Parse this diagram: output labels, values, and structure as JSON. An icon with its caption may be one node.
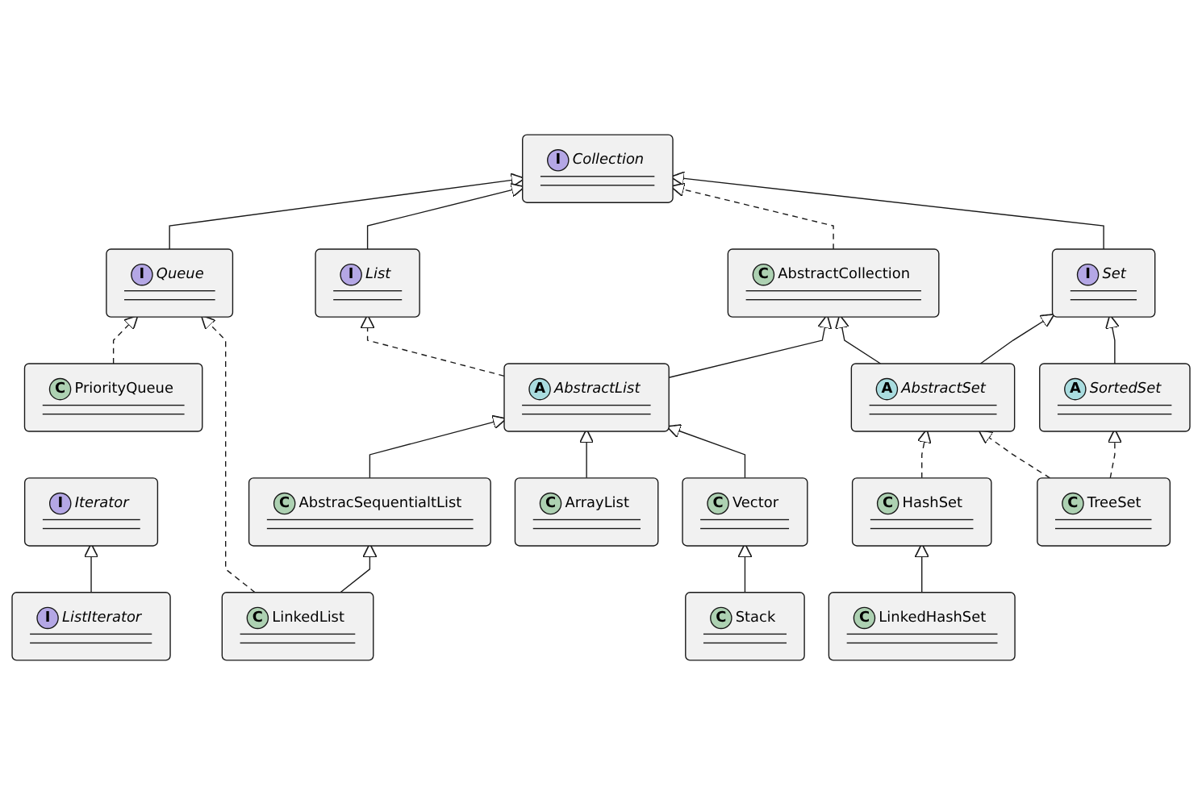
{
  "diagram": {
    "nodes": [
      {
        "text": [
          "I",
          "Collection"
        ]
      },
      {
        "text": [
          "I",
          "Iterator"
        ]
      },
      {
        "text": [
          "I",
          "Queue"
        ]
      },
      {
        "text": [
          "I",
          "List"
        ]
      },
      {
        "text": [
          "C",
          "AbstractCollection"
        ]
      },
      {
        "text": [
          "I",
          "Set"
        ]
      },
      {
        "text": [
          "I",
          "ListIterator"
        ]
      },
      {
        "text": [
          "C",
          "PriorityQueue"
        ]
      },
      {
        "text": [
          "A",
          "AbstractList"
        ]
      },
      {
        "text": [
          "A",
          "AbstractSet"
        ]
      },
      {
        "text": [
          "A",
          "SortedSet"
        ]
      },
      {
        "text": [
          "C",
          "AbstracSequentialtList"
        ]
      },
      {
        "text": [
          "C",
          "ArrayList"
        ]
      },
      {
        "text": [
          "C",
          "Vector"
        ]
      },
      {
        "text": [
          "C",
          "HashSet"
        ]
      },
      {
        "text": [
          "C",
          "TreeSet"
        ]
      },
      {
        "text": [
          "C",
          "LinkedList"
        ]
      },
      {
        "text": [
          "C",
          "Stack"
        ]
      },
      {
        "text": [
          "C",
          "LinkedHashSet"
        ]
      }
    ],
    "edges": [
      {
        "from": 2,
        "to": 0,
        "arrow": "to"
      },
      {
        "from": 3,
        "to": 0,
        "arrow": "to"
      },
      {
        "from": 4,
        "to": 0,
        "arrow": "to",
        "style": "dashed"
      },
      {
        "from": 5,
        "to": 0,
        "arrow": "to"
      },
      {
        "from": 6,
        "to": 1,
        "arrow": "to"
      },
      {
        "from": 7,
        "to": 2,
        "arrow": "to",
        "style": "dashed"
      },
      {
        "from": 16,
        "to": 2,
        "arrow": "to",
        "style": "dashed"
      },
      {
        "from": 8,
        "to": 3,
        "arrow": "to",
        "style": "dashed"
      },
      {
        "from": 8,
        "to": 4,
        "arrow": "to"
      },
      {
        "from": 9,
        "to": 4,
        "arrow": "to"
      },
      {
        "from": 9,
        "to": 5,
        "arrow": "to"
      },
      {
        "from": 10,
        "to": 5,
        "arrow": "to"
      },
      {
        "from": 11,
        "to": 8,
        "arrow": "to"
      },
      {
        "from": 12,
        "to": 8,
        "arrow": "to"
      },
      {
        "from": 13,
        "to": 8,
        "arrow": "to"
      },
      {
        "from": 14,
        "to": 9,
        "arrow": "to",
        "style": "dashed"
      },
      {
        "from": 15,
        "to": 9,
        "arrow": "to",
        "style": "dashed"
      },
      {
        "from": 15,
        "to": 10,
        "arrow": "to",
        "style": "dashed"
      },
      {
        "from": 16,
        "to": 11,
        "arrow": "to"
      },
      {
        "from": 17,
        "to": 13,
        "arrow": "to"
      },
      {
        "from": 18,
        "to": 14,
        "arrow": "to"
      }
    ]
  }
}
